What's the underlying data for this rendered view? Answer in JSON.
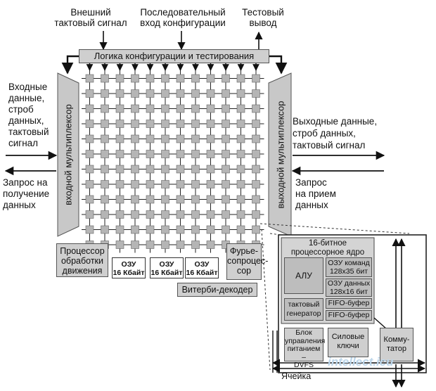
{
  "top_labels": {
    "ext_clock_1": "Внешний",
    "ext_clock_2": "тактовый сигнал",
    "serial_cfg_1": "Последовательный",
    "serial_cfg_2": "вход конфигурации",
    "test_out_1": "Тестовый",
    "test_out_2": "вывод"
  },
  "config_logic": "Логика конфигурации и тестирования",
  "left_labels": {
    "input_1": "Входные",
    "input_2": "данные,",
    "input_3": "строб",
    "input_4": "данных,",
    "input_5": "тактовый",
    "input_6": "сигнал",
    "request_1": "Запрос на",
    "request_2": "получение",
    "request_3": "данных"
  },
  "right_labels": {
    "output_1": "Выходные данные,",
    "output_2": "строб данных,",
    "output_3": "тактовый сигнал",
    "request_1": "Запрос",
    "request_2": "на прием",
    "request_3": "данных"
  },
  "input_mux": "входной мультиплексор",
  "output_mux": "выходной мультиплексор",
  "bottom_blocks": {
    "motion_1": "Процессор",
    "motion_2": "обработки",
    "motion_3": "движения",
    "ram1_1": "ОЗУ",
    "ram1_2": "16 Кбайт",
    "ram2_1": "ОЗУ",
    "ram2_2": "16 Кбайт",
    "ram3_1": "ОЗУ",
    "ram3_2": "16 Кбайт",
    "fourier_1": "Фурье-",
    "fourier_2": "сопроцес-",
    "fourier_3": "сор",
    "viterbi": "Витерби-декодер"
  },
  "cell_detail": {
    "core_title_1": "16-битное",
    "core_title_2": "процессорное ядро",
    "alu": "АЛУ",
    "cmd_ram_1": "ОЗУ команд",
    "cmd_ram_2": "128х35 бит",
    "data_ram_1": "ОЗУ данных",
    "data_ram_2": "128х16 бит",
    "clock_gen_1": "тактовый",
    "clock_gen_2": "генератор",
    "fifo_1": "FIFO-буфер",
    "fifo_2": "FIFO-буфер",
    "power_1": "Блок",
    "power_2": "управления",
    "power_3": "питанием –",
    "power_4": "DVFS",
    "power_keys_1": "Силовые",
    "power_keys_2": "ключи",
    "switch_1": "Комму-",
    "switch_2": "татор",
    "cell": "Ячейка"
  },
  "watermark": "intellect.icu",
  "colors": {
    "block_fill": "#cfcfcf",
    "tile_fill": "#b5b5b5",
    "line": "#111111"
  }
}
